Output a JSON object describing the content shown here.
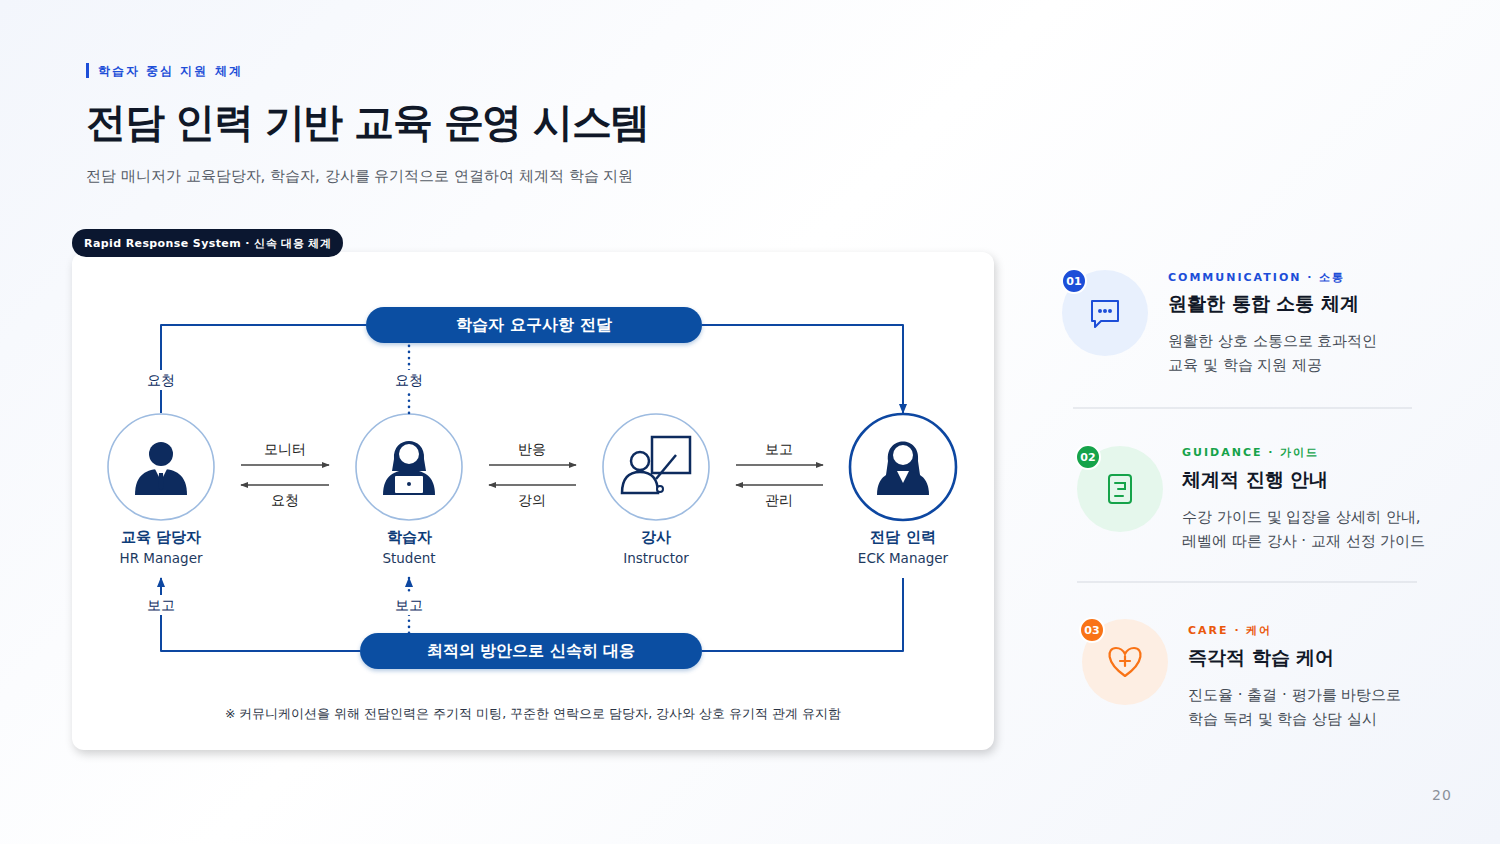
{
  "diagram": {
    "title": "전담 인력 기반 교육 운영 시스템",
    "nodes": [
      {
        "text": [
          "Rapid Response System · 신속 대응 체계"
        ]
      },
      {
        "text": [
          "※ 커뮤니케이션을 위해 전담인력은 주기적 미팅, 꾸준한 연락으로 담당자, 강사와 상호 유기적 관계 유지함"
        ]
      },
      {
        "text": [
          "학습자 요구사항 전달"
        ],
        "in": 1
      },
      {
        "text": [
          "교육 담당자",
          "HR Manager"
        ],
        "in": 1
      },
      {
        "text": [
          "학습자",
          "Student"
        ],
        "in": 1
      },
      {
        "text": [
          "강사",
          "Instructor"
        ],
        "in": 1
      },
      {
        "text": [
          "전담 인력",
          "ECK Manager"
        ],
        "in": 1
      },
      {
        "text": [
          "최적의 방안으로 신속히 대응"
        ],
        "in": 1
      },
      {
        "text": [
          "01"
        ]
      },
      {
        "text": [
          "02"
        ]
      },
      {
        "text": [
          "03"
        ]
      }
    ],
    "edges": [
      {
        "from": 3,
        "to": 2,
        "label": "요청",
        "arrow": "none"
      },
      {
        "from": 4,
        "to": 2,
        "label": "요청",
        "arrow": "none"
      },
      {
        "from": 2,
        "to": 6,
        "arrow": "to"
      },
      {
        "from": 3,
        "to": 4,
        "label": "모니터",
        "arrow": "to"
      },
      {
        "from": 4,
        "to": 3,
        "label": "요청",
        "arrow": "to"
      },
      {
        "from": 4,
        "to": 5,
        "label": "반응",
        "arrow": "to"
      },
      {
        "from": 5,
        "to": 4,
        "label": "강의",
        "arrow": "to"
      },
      {
        "from": 5,
        "to": 6,
        "label": "보고",
        "arrow": "to"
      },
      {
        "from": 6,
        "to": 5,
        "label": "관리",
        "arrow": "to"
      },
      {
        "from": 6,
        "to": 7,
        "arrow": "none"
      },
      {
        "from": 7,
        "to": 3,
        "label": "보고",
        "arrow": "to"
      },
      {
        "from": 7,
        "to": 4,
        "label": "보고",
        "arrow": "to"
      }
    ],
    "labels": [
      "학습자 중심 지원 체계",
      "전담 매니저가 교육담당자, 학습자, 강사를 유기적으로 연결하여 체계적 학습 지원",
      "COMMUNICATION · 소통",
      "원활한 통합 소통 체계",
      "원활한 상호 소통으로 효과적인 교육 및 학습 지원 제공",
      "GUIDANCE · 가이드",
      "체계적 진행 안내",
      "수강 가이드 및 입장을 상세히 안내, 레벨에 따른 강사 · 교재 선정 가이드",
      "CARE · 케어",
      "즉각적 학습 케어",
      "진도율 · 출결 · 평가를 바탕으로 학습 독려 및 학습 상담 실시",
      "20"
    ]
  }
}
